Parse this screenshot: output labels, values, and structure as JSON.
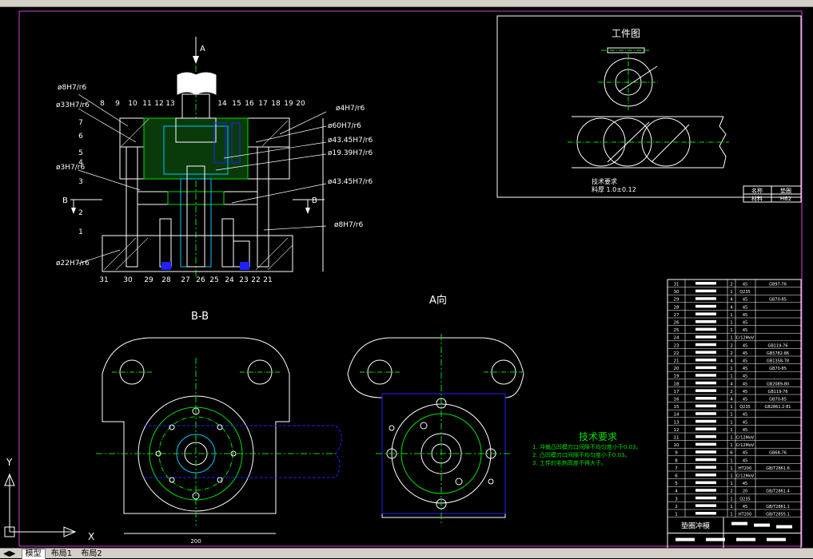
{
  "app": {
    "tabs": [
      {
        "label": "模型"
      },
      {
        "label": "布局1"
      },
      {
        "label": "布局2"
      }
    ],
    "ucs": {
      "x": "X",
      "y": "Y"
    }
  },
  "drawing": {
    "section_arrow_a": "A",
    "section_b_left": "B",
    "section_b_right": "B",
    "view_bb_title": "B-B",
    "view_a_title": "A向",
    "dims_left": [
      "ø8H7/r6",
      "ø33H7/r6",
      "ø3H7/r6",
      "ø22H7/r6"
    ],
    "dims_right": [
      "ø4H7/r6",
      "ø60H7/r6",
      "ø43.45H7/r6",
      "ø19.39H7/r6",
      "ø43.45H7/r6",
      "ø8H7/r6"
    ],
    "balloons_top": [
      "8",
      "9",
      "10",
      "11",
      "12",
      "13",
      "14",
      "15",
      "16",
      "17",
      "18",
      "19",
      "20"
    ],
    "balloons_left": [
      "7",
      "6",
      "5",
      "4",
      "3",
      "2",
      "1"
    ],
    "balloons_bottom": [
      "31",
      "30",
      "29",
      "28",
      "27",
      "26",
      "25",
      "24",
      "23",
      "22",
      "21"
    ],
    "bb_dim": "200"
  },
  "workpiece": {
    "title": "工件图",
    "tech_title": "技术要求",
    "tech_note": "料厚 1.0±0.12",
    "table": [
      [
        "名称",
        "垫圈"
      ],
      [
        "材料",
        "H62"
      ]
    ]
  },
  "tech_requirements": {
    "title": "技术要求",
    "items": [
      "1. 冲裁凸凹模刃口间隙不均匀度小于0.03。",
      "2. 凸凹模刃口间隙不均匀度小于0.03。",
      "3. 工件的毛刺高度不得大于。"
    ]
  },
  "bom": {
    "rows": [
      [
        "31",
        "",
        "2",
        "45",
        "GB97-76"
      ],
      [
        "30",
        "",
        "1",
        "Q235",
        ""
      ],
      [
        "29",
        "",
        "4",
        "45",
        "GB70-85"
      ],
      [
        "28",
        "",
        "4",
        "45",
        ""
      ],
      [
        "27",
        "",
        "1",
        "45",
        ""
      ],
      [
        "26",
        "",
        "1",
        "45",
        ""
      ],
      [
        "25",
        "",
        "1",
        "45",
        ""
      ],
      [
        "24",
        "",
        "1",
        "Cr12MoV",
        ""
      ],
      [
        "23",
        "",
        "2",
        "45",
        "GB119-76"
      ],
      [
        "22",
        "",
        "2",
        "45",
        "GB5782-86"
      ],
      [
        "21",
        "",
        "4",
        "45",
        "GB1358-78"
      ],
      [
        "20",
        "",
        "1",
        "45",
        "GB70-85"
      ],
      [
        "19",
        "",
        "1",
        "45",
        ""
      ],
      [
        "18",
        "",
        "4",
        "45",
        "GB2089-80"
      ],
      [
        "17",
        "",
        "2",
        "45",
        "GB119-76"
      ],
      [
        "16",
        "",
        "4",
        "45",
        "GB70-85"
      ],
      [
        "15",
        "",
        "1",
        "Q235",
        "GB2861.2-81"
      ],
      [
        "14",
        "",
        "1",
        "45",
        ""
      ],
      [
        "13",
        "",
        "1",
        "45",
        ""
      ],
      [
        "12",
        "",
        "1",
        "45",
        ""
      ],
      [
        "11",
        "",
        "1",
        "Cr12MoV",
        ""
      ],
      [
        "10",
        "",
        "1",
        "Cr12MoV",
        ""
      ],
      [
        "9",
        "",
        "6",
        "45",
        "GB68-76"
      ],
      [
        "8",
        "",
        "1",
        "45",
        ""
      ],
      [
        "7",
        "",
        "1",
        "HT200",
        "GB/T2861.6"
      ],
      [
        "6",
        "",
        "1",
        "Cr12MoV",
        ""
      ],
      [
        "5",
        "",
        "1",
        "45",
        ""
      ],
      [
        "4",
        "",
        "2",
        "20",
        "GB/T2861.4"
      ],
      [
        "3",
        "",
        "1",
        "Q235",
        ""
      ],
      [
        "2",
        "",
        "1",
        "45",
        "GB/T2861.1"
      ],
      [
        "1",
        "",
        "1",
        "HT200",
        "GB/T2855.1"
      ]
    ],
    "title": "垫圈冲模"
  },
  "colors": {
    "bg": "#000000",
    "white": "#ffffff",
    "green": "#00e000",
    "cyan": "#00c8ff",
    "blue": "#2020ff",
    "magenta": "#d040d0",
    "yellow": "#ffff00"
  }
}
